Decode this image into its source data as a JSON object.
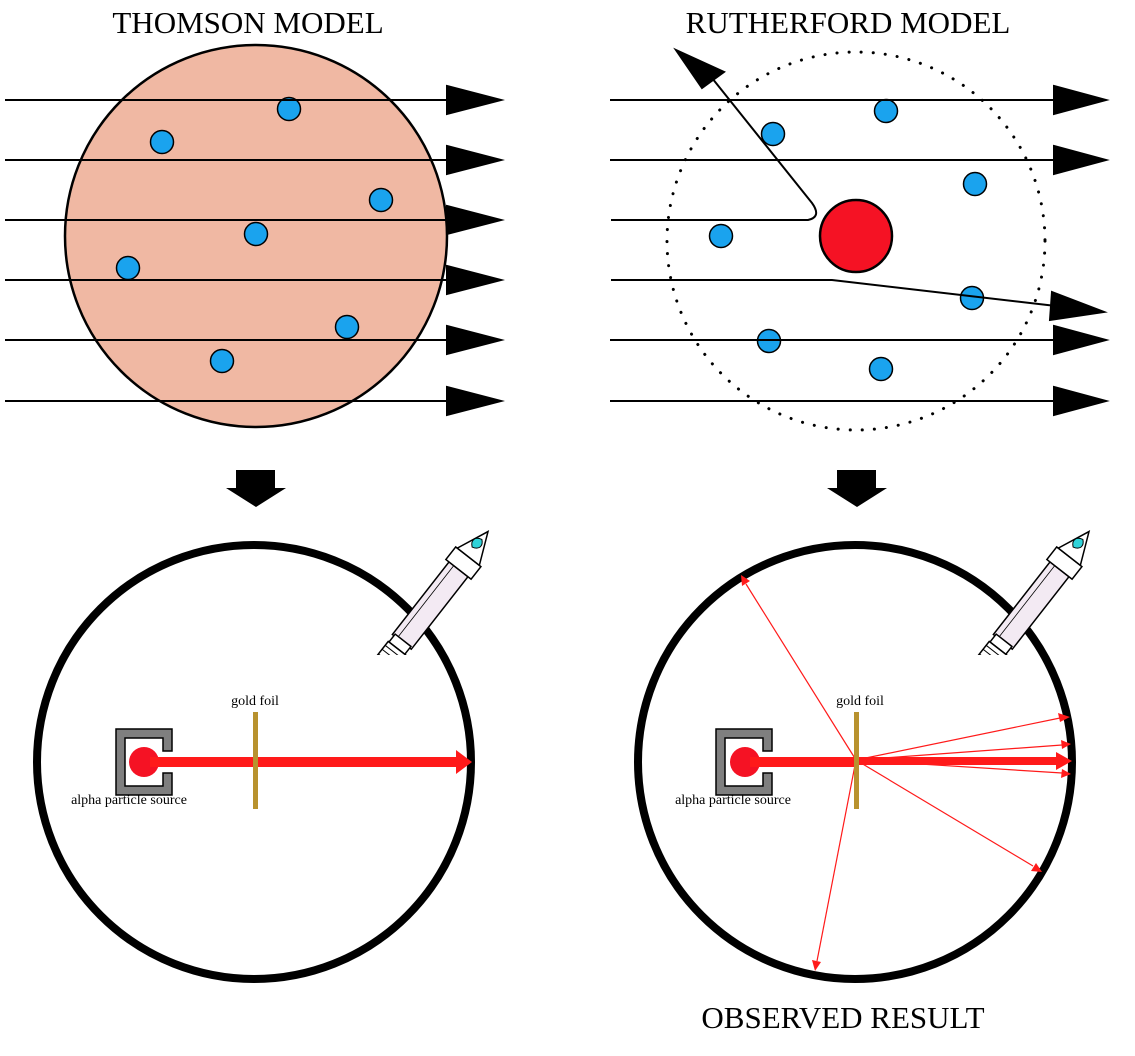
{
  "thomson": {
    "title": "THOMSON MODEL",
    "gold_foil_label": "gold foil",
    "source_label": "alpha particle source"
  },
  "rutherford": {
    "title": "RUTHERFORD MODEL",
    "gold_foil_label": "gold foil",
    "source_label": "alpha particle source",
    "result_label": "OBSERVED RESULT"
  },
  "colors": {
    "thomson_sphere": "#f0b8a3",
    "electron": "#1aa3ee",
    "nucleus": "#f51224",
    "alpha_beam": "#ff1a1a",
    "gold_foil": "#b8922e",
    "source_housing": "#7f7f7f",
    "detector_lens": "#2fd3d9"
  },
  "icons": {
    "detector": "microscope-icon",
    "down_arrow": "down-arrow-icon"
  }
}
